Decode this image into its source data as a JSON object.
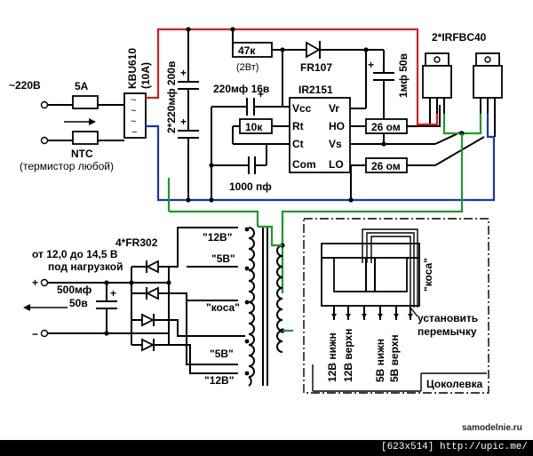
{
  "labels": {
    "mains": "~220В",
    "fuse": "5А",
    "ntc": "NTC",
    "thermistor": "(термистор любой)",
    "bridge": "KBU610",
    "bridge_current": "(10А)",
    "bulk_caps": "2*220мф 200в",
    "r47k": "47к",
    "r47k_power": "(2Вт)",
    "fr107": "FR107",
    "c220": "220мф 16в",
    "chip": "IR2151",
    "pin_vcc": "Vcc",
    "pin_vr": "Vr",
    "pin_rt": "Rt",
    "pin_ho": "HO",
    "pin_ct": "Ct",
    "pin_vs": "Vs",
    "pin_com": "Com",
    "pin_lo": "LO",
    "r10k": "10к",
    "c1000": "1000 пф",
    "c1mf": "1мф 50в",
    "r26a": "26 ом",
    "r26b": "26 ом",
    "mosfets": "2*IRFBC40",
    "out_range": "от 12,0 до 14,5 В",
    "out_load": "под нагрузкой",
    "diodes": "4*FR302",
    "c500": "500мф",
    "c500_v": "50в",
    "plus": "+",
    "minus": "−",
    "tap_12v_top": "\"12В\"",
    "tap_5v_top": "\"5В\"",
    "tap_kosa": "\"коса\"",
    "tap_5v_bot": "\"5В\"",
    "tap_12v_bot": "\"12В\"",
    "pin_kosa": "\"коса\"",
    "pin_12v_low": "12В нижн",
    "pin_12v_up": "12В верхн",
    "pin_5v_low": "5В нижн",
    "pin_5v_up": "5В верхн",
    "jumper_1": "установить",
    "jumper_2": "перемычку",
    "pinout": "Цоколевка"
  },
  "footer": {
    "watermark": "samodelnie.ru",
    "info": "[623x514] http://upic.me/"
  },
  "colors": {
    "wire_red": "#d62020",
    "wire_blue": "#1a32c8",
    "wire_green": "#1e9a2c",
    "footer_bg": "#000000"
  }
}
